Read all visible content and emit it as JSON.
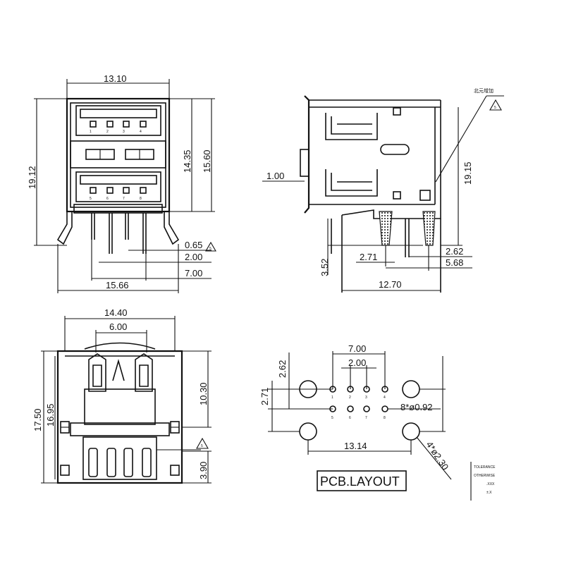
{
  "front_view": {
    "width_top": "13.10",
    "height_overall": "19.12",
    "height_inner": "14.35",
    "height_body": "15.60",
    "pin_dim_a": "0.65",
    "pin_dim_b": "2.00",
    "pin_dim_c": "7.00",
    "width_bottom": "15.66",
    "note_mark": "5",
    "pin_numbers_top": [
      "1",
      "2",
      "3",
      "4"
    ],
    "pin_numbers_bottom": [
      "5",
      "6",
      "7",
      "8"
    ]
  },
  "side_view": {
    "thickness": "1.00",
    "height": "19.15",
    "leg_height": "3.52",
    "dim_a": "2.71",
    "dim_b": "2.62",
    "dim_c": "5.68",
    "depth": "12.70",
    "chinese_note": "北元增加",
    "note_mark": "5"
  },
  "top_view": {
    "width": "14.40",
    "inner_width": "6.00",
    "height_overall": "17.50",
    "height_inner": "16.95",
    "height_mid": "10.30",
    "height_low": "3.90",
    "note_mark": "5"
  },
  "pcb_layout": {
    "pitch_wide": "7.00",
    "pitch_narrow": "2.00",
    "row_offset": "2.62",
    "row_gap": "2.71",
    "small_holes": "8*ø0.92",
    "large_holes": "4*ø2.30",
    "span": "13.14",
    "title": "PCB.LAYOUT",
    "pin_numbers_top": [
      "1",
      "2",
      "3",
      "4"
    ],
    "pin_numbers_bottom": [
      "5",
      "6",
      "7",
      "8"
    ]
  },
  "tolerance_block": {
    "lines": [
      "TOLERANCE",
      "OTHERWISE",
      ".XXX",
      "±.X"
    ]
  }
}
